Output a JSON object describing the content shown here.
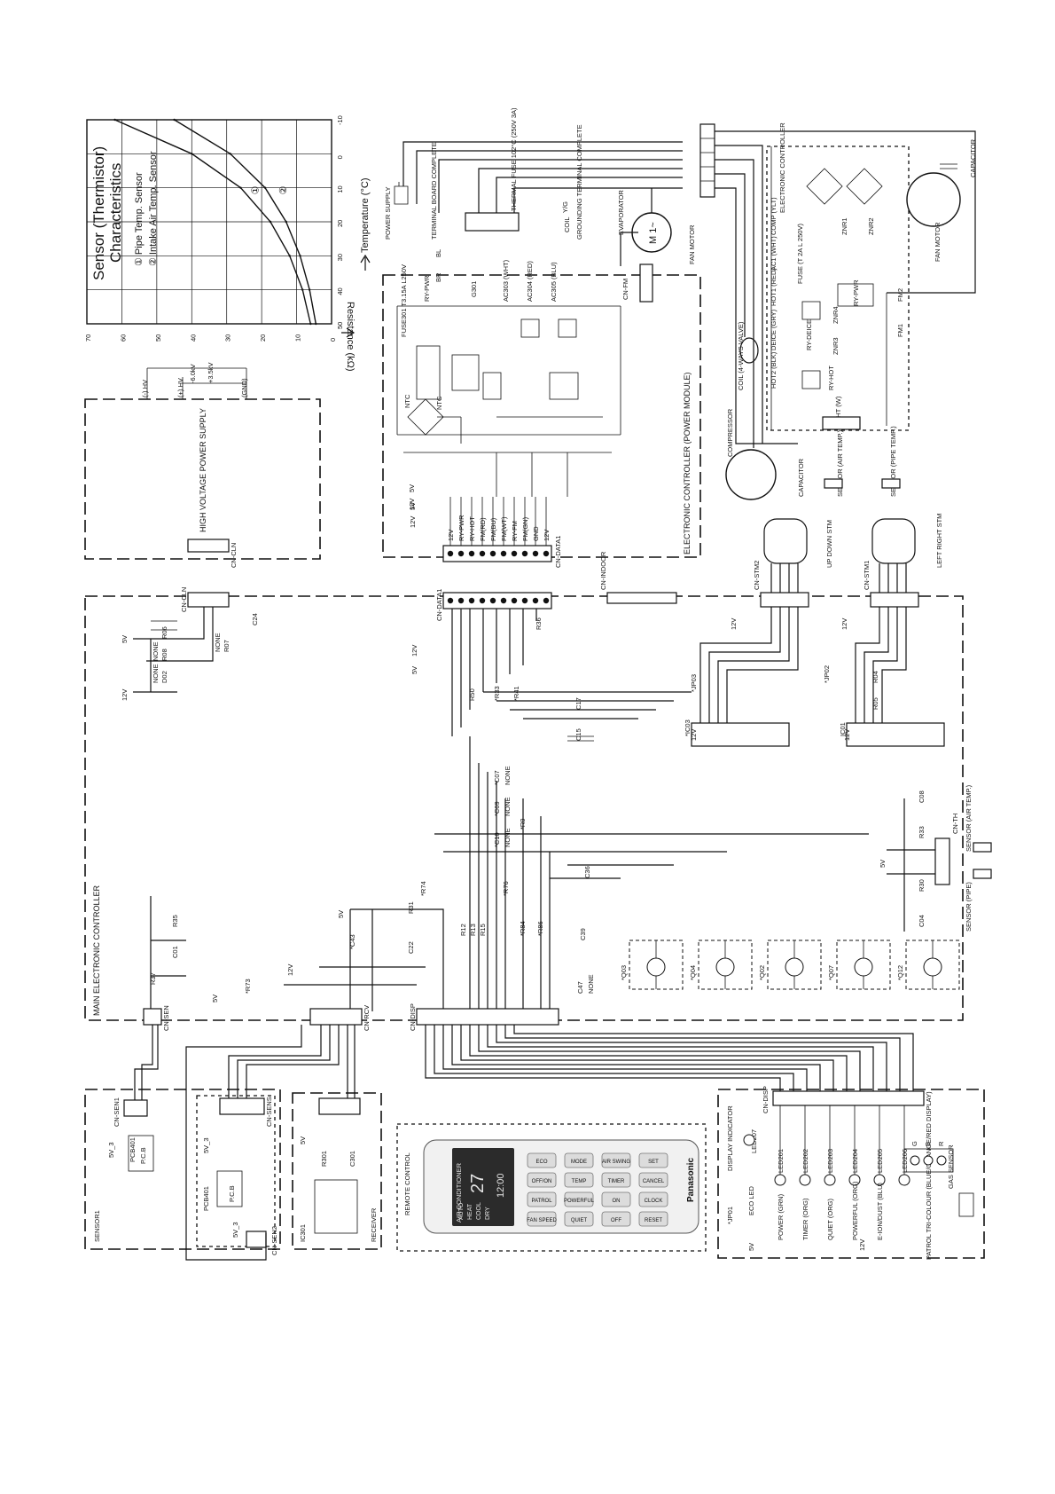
{
  "sensor_chart": {
    "title_line1": "Sensor (Thermistor)",
    "title_line2": "Characteristics",
    "legend1": "① Pipe Temp. Sensor",
    "legend2": "② Intake Air Temp. Sensor",
    "xlabel": "Temperature (°C)",
    "ylabel": "Resistance (kΩ)",
    "x_ticks": [
      "-10",
      "0",
      "10",
      "20",
      "30",
      "40",
      "50"
    ],
    "y_ticks": [
      "0",
      "10",
      "20",
      "30",
      "40",
      "50",
      "60",
      "70"
    ],
    "curve1_label": "①",
    "curve2_label": "②"
  },
  "chart_data": {
    "type": "line",
    "title": "Sensor (Thermistor) Characteristics",
    "xlabel": "Temperature (°C)",
    "ylabel": "Resistance (kΩ)",
    "xlim": [
      -10,
      50
    ],
    "ylim": [
      0,
      70
    ],
    "grid": true,
    "series": [
      {
        "name": "① Pipe Temp. Sensor",
        "x": [
          -10,
          0,
          10,
          20,
          30,
          40,
          50
        ],
        "y": [
          62,
          40,
          26,
          17.5,
          12,
          8.3,
          6
        ]
      },
      {
        "name": "② Intake Air Temp. Sensor",
        "x": [
          -10,
          0,
          10,
          20,
          30,
          40,
          50
        ],
        "y": [
          45,
          29,
          19,
          13,
          9,
          6.3,
          4.5
        ]
      }
    ]
  },
  "blocks": {
    "hv": "HIGH VOLTAGE POWER SUPPLY",
    "power_module": "ELECTRONIC CONTROLLER (POWER MODULE)",
    "main": "MAIN ELECTRONIC CONTROLLER",
    "sensor1": "SENSOR1",
    "receiver": "RECEIVER",
    "remote": "REMOTE CONTROL",
    "display": "DISPLAY INDICATOR"
  },
  "hv_labels": {
    "hv_neg": "(-) HV",
    "hv_pos": "(+) HV",
    "gnd": "(GND)",
    "v6": "-6.0kV",
    "v35": "+3.5kV"
  },
  "connectors": {
    "cn_cln_top": "CN-CLN",
    "cn_cln": "CN-CLN",
    "cn_data_top": "CN-DATA1",
    "cn_data": "CN-DATA1",
    "cn_indoor": "CN-INDOOR",
    "cn_stm2": "CN-STM2",
    "cn_stm1": "CN-STM1",
    "cn_th": "CN-TH",
    "cn_disp": "CN-DISP",
    "cn_rcv": "CN-RCV",
    "cn_sen1": "CN-SEN1",
    "cn_sen2": "CN-SEN2",
    "cn_sens": "CN-SENS",
    "cn_disp2": "CN-DISP",
    "cn_fm": "CN-FM",
    "cn_ht": "CN-HT (W)",
    "cn_sen_main": "CN-SEN"
  },
  "data_pins": [
    "12V",
    "RY-PWR",
    "RY-HOT",
    "FM(RD)",
    "FM(BU)",
    "FM(WT)",
    "RY-FM",
    "FM(GN)",
    "GND",
    "12V"
  ],
  "power_module": {
    "fuse": "FUSE301 T3.15A L250V",
    "ry_pwr": "RY-PWR",
    "g301": "G301",
    "ac303": "AC303 (WHT)",
    "ac304": "AC304 (RED)",
    "ac305": "AC305 (BLU)",
    "ntc1": "NTC",
    "ntc2": "NTC",
    "v12": "12V",
    "v5": "5V"
  },
  "terminal": {
    "power_supply": "POWER SUPPLY",
    "board": "TERMINAL BOARD COMPLETE",
    "fuse": "THERMAL FUSE 102°C (250V 3A)",
    "grounding": "GROUNDING TERMINAL COMPLETE",
    "evaporator": "EVAPORATOR",
    "fan_motor": "FAN MOTOR",
    "coil": "COIL",
    "yg": "Y/G",
    "bl": "BL",
    "br": "BR",
    "motor": "M 1~"
  },
  "outdoor": {
    "electronic_controller": "ELECTRONIC CONTROLLER",
    "comp": "COMP (YLT)",
    "ac1": "AC1 (WHT)",
    "hot1": "HOT1 (RED)",
    "deice": "DEICE (GRY)",
    "hot2": "HOT2 (BLK)",
    "fuse": "FUSE (T 2A L 250V)",
    "compressor": "COMPRESSOR",
    "capacitor": "CAPACITOR",
    "capacitor2": "CAPACITOR",
    "fan_motor": "FAN MOTOR",
    "coil": "COIL (4-WAYS VALVE)",
    "sensor_air": "SENSOR (AIR TEMP.)",
    "sensor_pipe": "SENSOR (PIPE TEMP.)",
    "ry_hot": "RY-HOT",
    "ry_deice": "RY-DEICE",
    "ry_pwr": "RY-PWR",
    "fm1": "FM1",
    "fm2": "FM2",
    "zn1": "ZNR1",
    "zn2": "ZNR2",
    "zn3": "ZNR3",
    "zn4": "ZNR4"
  },
  "stepping": {
    "updown": "UP DOWN STM",
    "leftright": "LEFT RIGHT STM",
    "ic01": "IC01",
    "ic02": "*IC03"
  },
  "components": {
    "r06": "R06",
    "r07": "R07",
    "r07v": "NONE",
    "r08": "R08",
    "r08v": "NONE",
    "d02": "D02",
    "d02v": "NONE",
    "c24": "C24",
    "r36": "R36",
    "r50": "R50",
    "r33": "*R33",
    "r41": "*R41",
    "c15": "C15",
    "c17": "C17",
    "r04": "R04",
    "r05": "R05",
    "jp02": "*JP02",
    "jp03": "*JP03",
    "c07": "*C07",
    "c07v": "NONE",
    "c09": "*C09",
    "c09v": "NONE",
    "c10": "*C10",
    "c10v": "NONE",
    "r9": "*R9",
    "r74": "*R74",
    "r76": "*R76",
    "r12": "R12",
    "r13": "R13",
    "r15": "R15",
    "r84": "*R84",
    "r86": "*R86",
    "c36": "C36",
    "c39": "C39",
    "r31": "R31",
    "c22": "C22",
    "c43": "*C43",
    "c47": "C47",
    "c47v": "NONE",
    "r33b": "R33",
    "c08": "C08",
    "r30": "R30",
    "c04": "C04",
    "r35": "R35",
    "c01": "C01",
    "r37": "R37",
    "r73": "*R73",
    "q3": "*Q03",
    "q4": "*Q04",
    "q2": "*Q02",
    "q7": "*Q07",
    "q12": "*Q12",
    "r301": "R301",
    "c301": "C301",
    "ic301": "IC301",
    "pcb1": "P.C.B",
    "pcb401": "PCB401",
    "pcb2": "P.C.B",
    "pcb_lbl": "PCB401"
  },
  "sensor_labels": {
    "air": "SENSOR (AIR TEMP.)",
    "pipe": "SENSOR (PIPE)"
  },
  "voltages": {
    "v5": "5V",
    "v12": "12V",
    "v5_3": "5V_3"
  },
  "display": {
    "eco": "ECO LED",
    "jp01": "*JP01",
    "led207": "LED207",
    "power": "POWER (GRN)",
    "led201": "LED201",
    "timer": "TIMER (ORG)",
    "led202": "LED202",
    "quiet": "QUIET (ORG)",
    "led203": "LED203",
    "powerful": "POWERFUL (ORG)",
    "led204": "LED204",
    "eion": "E-ION/DUST (BLU)",
    "led205": "LED205",
    "led206": "LED206",
    "patrol": "PATROL TRI-COLOUR (BLUE/ORANGE/RED DISPLAY)",
    "gas": "GAS SENSOR",
    "g": "G",
    "b": "B",
    "r": "R"
  },
  "remote": {
    "brand": "Panasonic",
    "header": "AIR CONDITIONER",
    "modes": [
      "AUTO",
      "HEAT",
      "COOL",
      "DRY"
    ],
    "temp": "27",
    "time": "12:00",
    "buttons": [
      "ECO",
      "OFF/ON",
      "PATROL",
      "FAN SPEED",
      "MODE",
      "TEMP",
      "POWERFUL",
      "QUIET",
      "AIR SWING",
      "TIMER",
      "ON",
      "OFF",
      "SET",
      "CANCEL",
      "CLOCK",
      "RESET"
    ]
  }
}
